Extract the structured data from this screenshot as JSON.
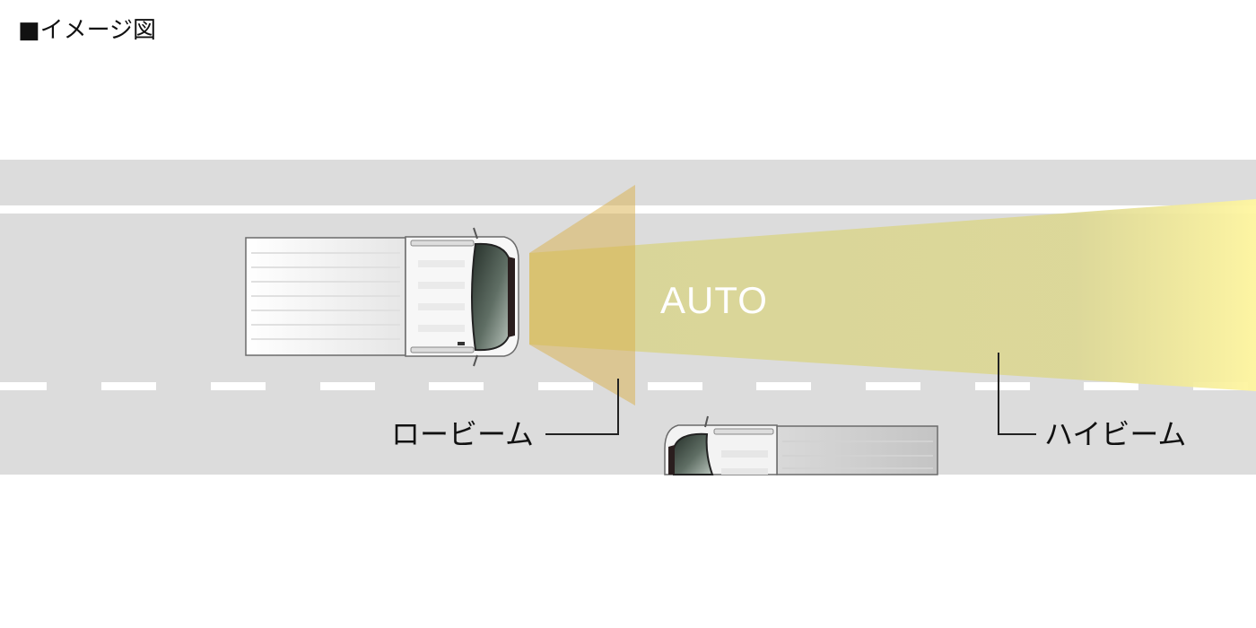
{
  "header": {
    "title": "■イメージ図"
  },
  "diagram": {
    "mode_label": "AUTO",
    "low_beam_label": "ロービーム",
    "high_beam_label": "ハイビーム"
  },
  "colors": {
    "road": "#dcdcdc",
    "lane_marking": "#ffffff",
    "low_beam": "#d9b04a",
    "high_beam": "#d8d493",
    "high_beam_tip": "#fff6a0",
    "vehicle_body": "#f7f7f7",
    "vehicle_outline": "#6b6b6b",
    "windshield": "#3c4a40"
  }
}
